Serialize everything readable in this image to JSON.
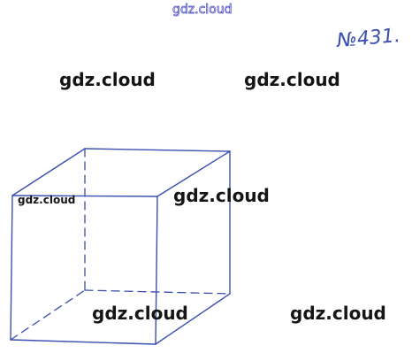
{
  "watermark": {
    "top": "gdz.cloud",
    "a": "gdz.cloud",
    "b": "gdz.cloud",
    "c": "gdz.cloud",
    "d": "gdz.cloud",
    "e": "gdz.cloud",
    "f": "gdz.cloud"
  },
  "problem_number": "№431.",
  "colors": {
    "ink": "#3a4fb0",
    "watermark": "#151515"
  }
}
